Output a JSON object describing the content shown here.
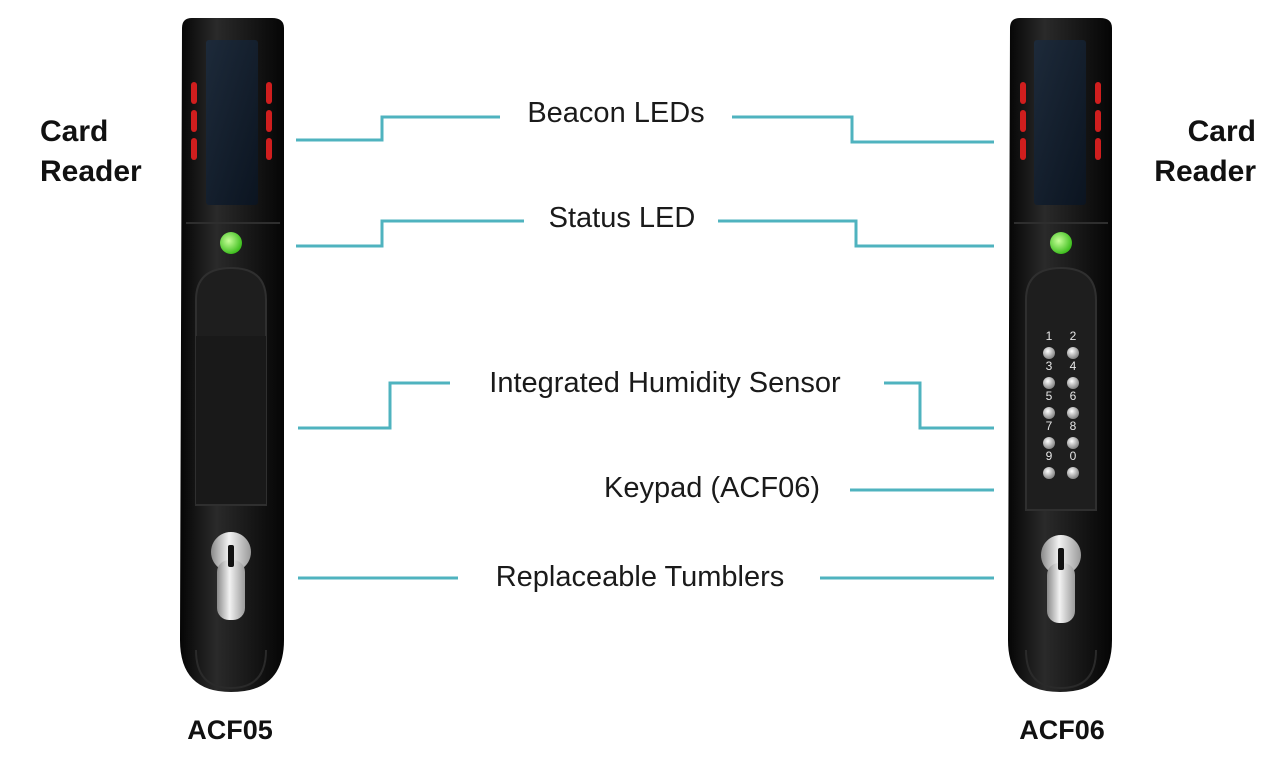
{
  "left": {
    "card_reader": [
      "Card",
      "Reader"
    ],
    "model": "ACF05"
  },
  "right": {
    "card_reader": [
      "Card",
      "Reader"
    ],
    "model": "ACF06"
  },
  "callouts": {
    "beacon": "Beacon LEDs",
    "status": "Status LED",
    "humidity": "Integrated Humidity Sensor",
    "keypad": "Keypad (ACF06)",
    "tumblers": "Replaceable Tumblers"
  },
  "keypad_keys": [
    "1",
    "2",
    "3",
    "4",
    "5",
    "6",
    "7",
    "8",
    "9",
    "0"
  ],
  "colors": {
    "leader_line": "#4fb3bf",
    "device_body": "#141414",
    "beacon_led": "#d01e1e",
    "status_led": "#6ed83a",
    "cylinder": "#c9c9c9"
  }
}
